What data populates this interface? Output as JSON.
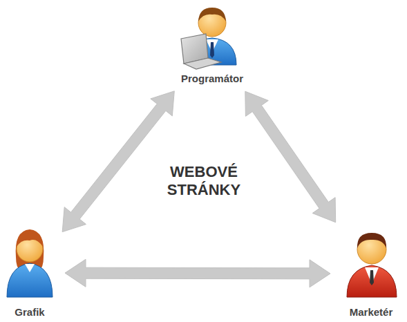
{
  "diagram": {
    "nodes": [
      {
        "text": [
          "Programátor"
        ]
      },
      {
        "text": [
          "Grafik"
        ]
      },
      {
        "text": [
          "Marketér"
        ]
      }
    ],
    "edges": [
      {
        "from": 0,
        "to": 1,
        "arrow": "both"
      },
      {
        "from": 0,
        "to": 2,
        "arrow": "both"
      },
      {
        "from": 1,
        "to": 2,
        "arrow": "both"
      }
    ],
    "labels": [
      "WEBOVÉ STRÁNKY"
    ]
  }
}
